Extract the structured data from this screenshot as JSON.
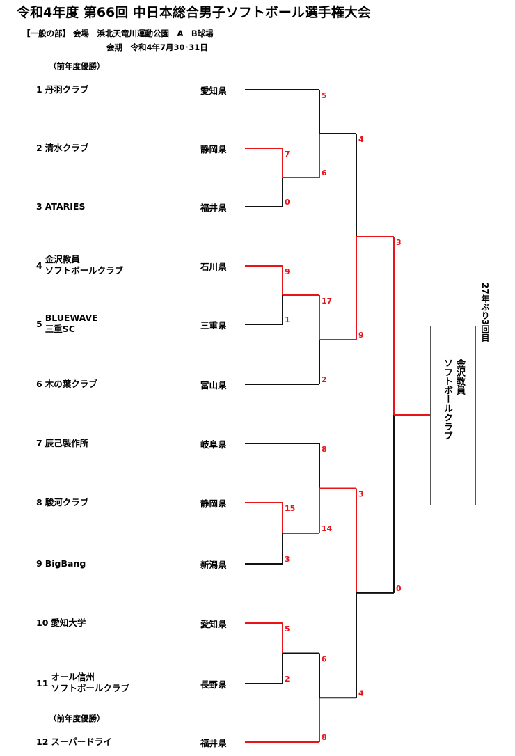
{
  "header": {
    "title": "令和4年度 第66回 中日本総合男子ソフトボール選手権大会",
    "division_venue": "【一般の部】 会場　浜北天竜川運動公園　A　B球場",
    "period": "会期　令和4年7月30･31日",
    "previous_winner_note": "（前年度優勝）"
  },
  "teams": [
    {
      "seed": "1",
      "name_lines": [
        "丹羽クラブ"
      ],
      "prefecture": "愛知県",
      "note": "（前年度優勝）"
    },
    {
      "seed": "2",
      "name_lines": [
        "清水クラブ"
      ],
      "prefecture": "静岡県"
    },
    {
      "seed": "3",
      "name_lines": [
        "ATARIES"
      ],
      "prefecture": "福井県"
    },
    {
      "seed": "4",
      "name_lines": [
        "金沢教員",
        "ソフトボールクラブ"
      ],
      "prefecture": "石川県"
    },
    {
      "seed": "5",
      "name_lines": [
        "BLUEWAVE",
        "三重SC"
      ],
      "prefecture": "三重県"
    },
    {
      "seed": "6",
      "name_lines": [
        "木の葉クラブ"
      ],
      "prefecture": "富山県"
    },
    {
      "seed": "7",
      "name_lines": [
        "辰己製作所"
      ],
      "prefecture": "岐阜県"
    },
    {
      "seed": "8",
      "name_lines": [
        "駿河クラブ"
      ],
      "prefecture": "静岡県"
    },
    {
      "seed": "9",
      "name_lines": [
        "BigBang"
      ],
      "prefecture": "新潟県"
    },
    {
      "seed": "10",
      "name_lines": [
        "愛知大学"
      ],
      "prefecture": "愛知県"
    },
    {
      "seed": "11",
      "name_lines": [
        "オール信州",
        "ソフトボールクラブ"
      ],
      "prefecture": "長野県"
    },
    {
      "seed": "12",
      "name_lines": [
        "スーパードライ"
      ],
      "prefecture": "福井県",
      "note": "（前年度優勝）"
    }
  ],
  "matches": [
    {
      "id": "r1a",
      "top": "t2",
      "bottom": "t3",
      "winner": "top",
      "score_top": "7",
      "score_bottom": "0"
    },
    {
      "id": "r1b",
      "top": "t4",
      "bottom": "t5",
      "winner": "top",
      "score_top": "9",
      "score_bottom": "1"
    },
    {
      "id": "r1c",
      "top": "t8",
      "bottom": "t9",
      "winner": "top",
      "score_top": "15",
      "score_bottom": "3"
    },
    {
      "id": "r1d",
      "top": "t10",
      "bottom": "t11",
      "winner": "top",
      "score_top": "5",
      "score_bottom": "2"
    },
    {
      "id": "qf1",
      "top": "t1",
      "bottom": "r1a",
      "winner": "bottom",
      "score_top": "5",
      "score_bottom": "6"
    },
    {
      "id": "qf2",
      "top": "r1b",
      "bottom": "t6",
      "winner": "top",
      "score_top": "17",
      "score_bottom": "2"
    },
    {
      "id": "qf3",
      "top": "t7",
      "bottom": "r1c",
      "winner": "bottom",
      "score_top": "8",
      "score_bottom": "14"
    },
    {
      "id": "qf4",
      "top": "r1d",
      "bottom": "t12",
      "winner": "bottom",
      "score_top": "6",
      "score_bottom": "8"
    },
    {
      "id": "sf1",
      "top": "qf1",
      "bottom": "qf2",
      "winner": "bottom",
      "score_top": "4",
      "score_bottom": "9"
    },
    {
      "id": "sf2",
      "top": "qf3",
      "bottom": "qf4",
      "winner": "top",
      "score_top": "3",
      "score_bottom": "4"
    },
    {
      "id": "final",
      "top": "sf1",
      "bottom": "sf2",
      "winner": "top",
      "score_top": "3",
      "score_bottom": "0"
    }
  ],
  "champion": {
    "name_lines": [
      "金沢教員",
      "ソフトボールクラブ"
    ],
    "note": "27年ぶり3回目"
  },
  "colors": {
    "winner_line": "#e8141a",
    "loser_line": "#111111",
    "score_text": "#e8141a"
  }
}
